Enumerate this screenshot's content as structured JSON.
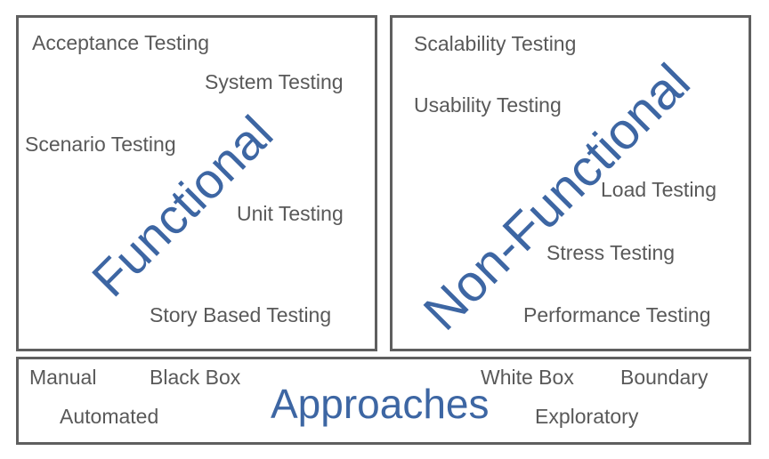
{
  "functional": {
    "title": "Functional",
    "items": [
      "Acceptance Testing",
      "System Testing",
      "Scenario Testing",
      "Unit Testing",
      "Story Based Testing"
    ]
  },
  "non_functional": {
    "title": "Non-Functional",
    "items": [
      "Scalability Testing",
      "Usability Testing",
      "Load Testing",
      "Stress Testing",
      "Performance Testing"
    ]
  },
  "approaches": {
    "title": "Approaches",
    "items": [
      "Manual",
      "Black Box",
      "Automated",
      "White Box",
      "Boundary",
      "Exploratory"
    ]
  },
  "colors": {
    "title": "#3d66a3",
    "text": "#595959",
    "border": "#5f5f5f"
  }
}
